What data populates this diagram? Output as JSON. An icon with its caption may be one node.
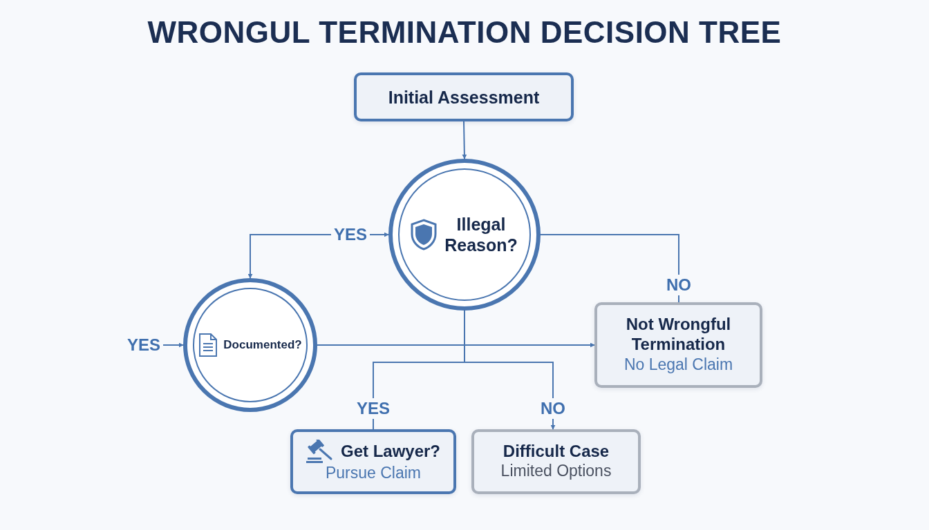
{
  "diagram": {
    "title": "WRONGUL TERMINATION DECISION TREE",
    "nodes": [
      {
        "text": [
          "Initial Assessment"
        ]
      },
      {
        "text": [
          "Illegal Reason?"
        ]
      },
      {
        "text": [
          "Documented?"
        ]
      },
      {
        "text": [
          "Not Wrongful Termination",
          "No Legal Claim"
        ]
      },
      {
        "text": [
          "Get Lawyer?",
          "Pursue Claim"
        ]
      },
      {
        "text": [
          "Difficult Case",
          "Limited Options"
        ]
      }
    ],
    "edges": [
      {
        "from": 0,
        "to": 1,
        "arrow": "to"
      },
      {
        "from": 1,
        "to": 2,
        "arrow": "both",
        "label": "YES"
      },
      {
        "from": 1,
        "to": 3,
        "arrow": "none",
        "label": "NO"
      },
      {
        "from": null,
        "to": 2,
        "arrow": "to",
        "label": "YES"
      },
      {
        "from": 2,
        "to": 3,
        "arrow": "to"
      },
      {
        "from": 1,
        "to": 4,
        "arrow": "none",
        "label": "YES"
      },
      {
        "from": 1,
        "to": 5,
        "arrow": "to",
        "label": "NO"
      }
    ]
  }
}
